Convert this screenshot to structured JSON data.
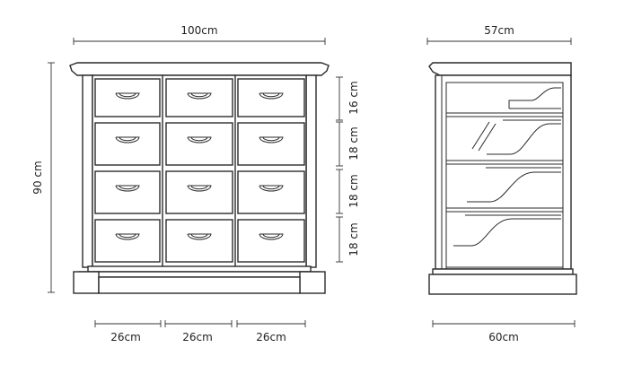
{
  "front": {
    "width_label": "100cm",
    "height_label": "90 cm",
    "drawer_heights": [
      "16 cm",
      "18 cm",
      "18 cm",
      "18 cm"
    ],
    "column_widths": [
      "26cm",
      "26cm",
      "26cm"
    ]
  },
  "side": {
    "depth_top_label": "57cm",
    "depth_bottom_label": "60cm"
  },
  "colors": {
    "line": "#2a2a2a",
    "background": "#ffffff"
  }
}
